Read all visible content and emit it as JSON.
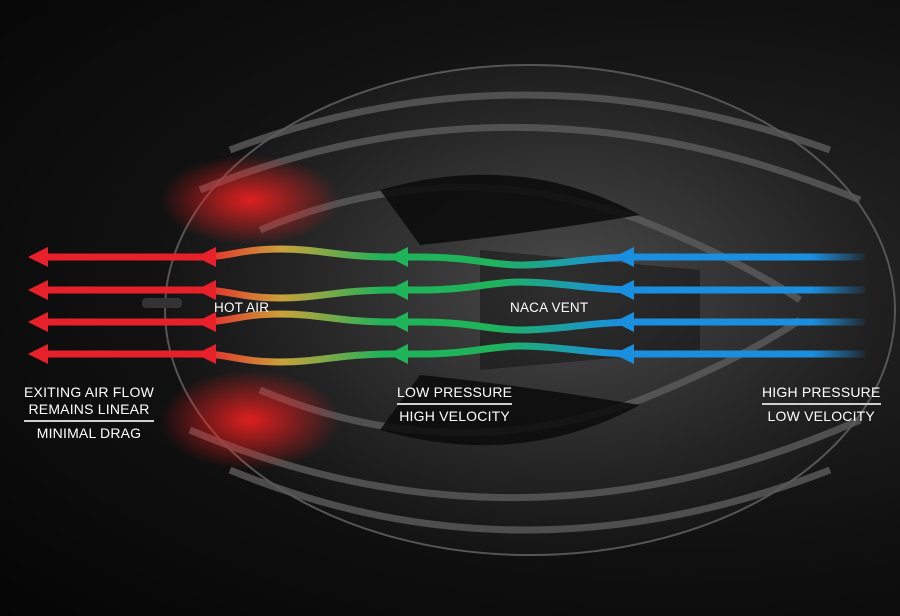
{
  "labels": {
    "hot_air": "HOT AIR",
    "naca_vent": "NACA VENT",
    "exit": [
      "EXITING AIR FLOW",
      "REMAINS LINEAR",
      "MINIMAL DRAG"
    ],
    "low_pressure": [
      "LOW PRESSURE",
      "HIGH VELOCITY"
    ],
    "high_pressure": [
      "HIGH PRESSURE",
      "LOW VELOCITY"
    ]
  },
  "colors": {
    "hot": "#e8202a",
    "warm": "#c9a23a",
    "mid": "#1fb35a",
    "cool": "#1a8fe0"
  },
  "airflow_rows": 4
}
